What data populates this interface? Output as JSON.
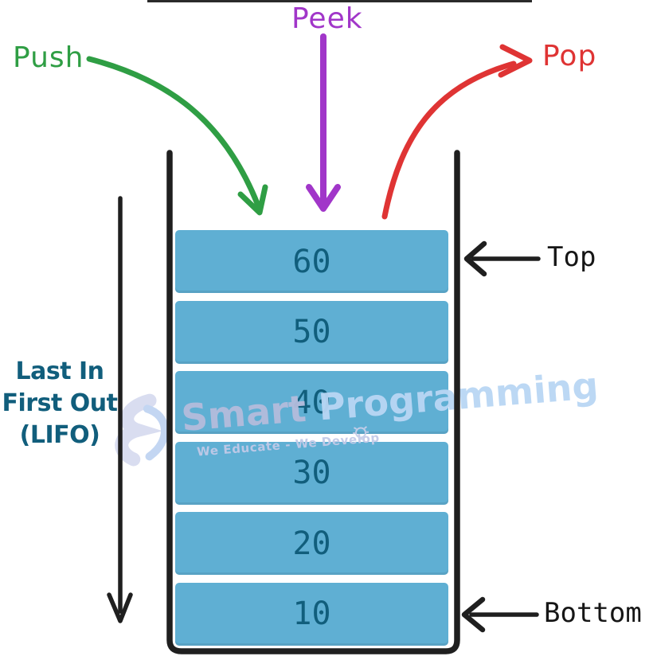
{
  "operations": {
    "push": "Push",
    "peek": "Peek",
    "pop": "Pop"
  },
  "pointers": {
    "top": "Top",
    "bottom": "Bottom"
  },
  "lifo": {
    "line1": "Last In",
    "line2": "First Out",
    "line3": "(LIFO)"
  },
  "stack": {
    "items_top_to_bottom": [
      "60",
      "50",
      "40",
      "30",
      "20",
      "10"
    ]
  },
  "watermark": {
    "brand_first": "Smart",
    "brand_second": "Programming",
    "tagline": "We Educate - We Develop"
  },
  "icons": {
    "watermark_logo": "sp-swoosh-logo",
    "lightbulb": "bulb-outline"
  },
  "colors": {
    "push_green": "#2f9e44",
    "peek_purple": "#a136c9",
    "pop_red": "#df3434",
    "box_blue": "#5fafd3",
    "text_teal": "#115e7c",
    "ink_black": "#1f1f1f",
    "wm_gray_blue": "#b4bcdc",
    "wm_light_blue": "#b9d6f4",
    "wm_soft": "#c2cae8"
  }
}
